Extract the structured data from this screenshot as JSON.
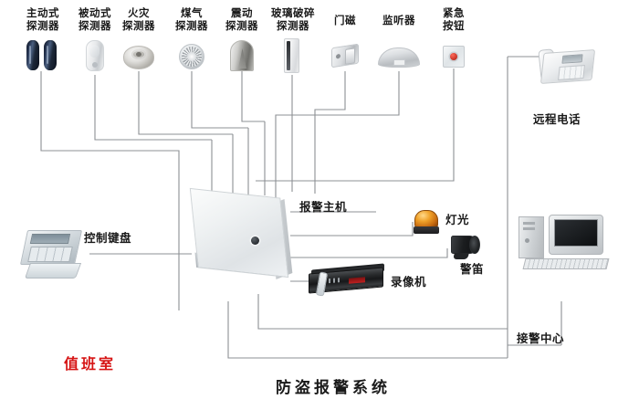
{
  "diagram": {
    "title": "防盗报警系统",
    "room_label": "值班室"
  },
  "top_devices": [
    {
      "label": "主动式\n探测器",
      "icon": "active-beam-detector-icon"
    },
    {
      "label": "被动式\n探测器",
      "icon": "passive-infrared-detector-icon"
    },
    {
      "label": "火灾\n探测器",
      "icon": "fire-smoke-detector-icon"
    },
    {
      "label": "煤气\n探测器",
      "icon": "gas-detector-icon"
    },
    {
      "label": "震动\n探测器",
      "icon": "vibration-detector-icon"
    },
    {
      "label": "玻璃破碎\n探测器",
      "icon": "glass-break-detector-icon"
    },
    {
      "label": "门磁",
      "icon": "door-contact-icon"
    },
    {
      "label": "监听器",
      "icon": "listening-device-icon"
    },
    {
      "label": "紧急\n按钮",
      "icon": "emergency-button-icon"
    }
  ],
  "nodes": {
    "remote_phone": {
      "label": "远程电话",
      "icon": "telephone-icon"
    },
    "alarm_host": {
      "label": "报警主机",
      "icon": "alarm-control-panel-icon"
    },
    "control_keypad": {
      "label": "控制键盘",
      "icon": "keypad-icon"
    },
    "strobe_light": {
      "label": "灯光",
      "icon": "strobe-light-icon"
    },
    "siren": {
      "label": "警笛",
      "icon": "siren-horn-icon"
    },
    "recorder": {
      "label": "录像机",
      "icon": "dvr-recorder-icon"
    },
    "alarm_center": {
      "label": "接警中心",
      "icon": "computer-icon"
    }
  },
  "colors": {
    "wire": "#8d9094",
    "text": "#1a1a1a",
    "room_label": "#d61414",
    "background": "#ffffff"
  }
}
